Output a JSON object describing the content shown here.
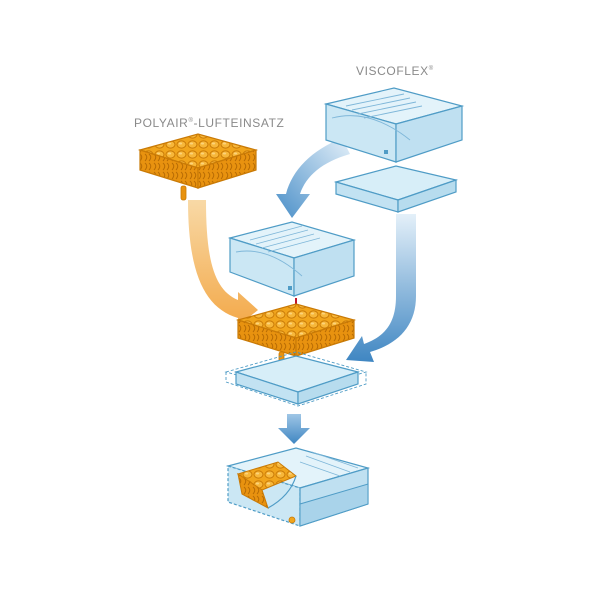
{
  "labels": {
    "viscoflex_name": "VISCOFLEX",
    "viscoflex_mark": "®",
    "polyair_name": "POLYAIR",
    "polyair_mark": "®",
    "polyair_suffix": "-LUFTEINSATZ"
  },
  "colors": {
    "foam_fill": "#d3ecf6",
    "foam_edge": "#4f9cc6",
    "air_cells": "#f1a51c",
    "air_cells_dark": "#c97a06",
    "arrow_orange": "#f4b45c",
    "arrow_blue": "#4d90c8",
    "arrow_red": "#c0152b",
    "label_text": "#8a8a8a"
  },
  "icons": {
    "foam": "foam-cushion-icon",
    "air": "air-cell-insert-icon",
    "arrow": "flow-arrow-icon"
  }
}
